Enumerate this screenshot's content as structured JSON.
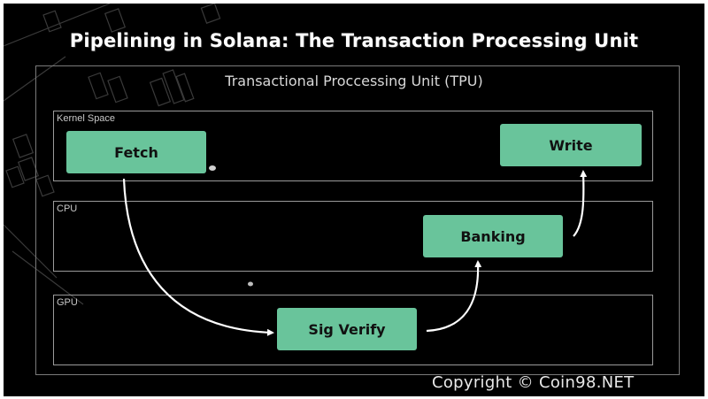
{
  "title": "Pipelining in Solana: The Transaction Processing Unit",
  "tpu_label": "Transactional Proccessing Unit (TPU)",
  "lanes": {
    "kernel": "Kernel Space",
    "cpu": "CPU",
    "gpu": "GPU"
  },
  "stages": {
    "fetch": "Fetch",
    "sig_verify": "Sig Verify",
    "banking": "Banking",
    "write": "Write"
  },
  "copyright": "Copyright © Coin98.NET",
  "colors": {
    "background": "#000000",
    "stage_fill": "#69c49b",
    "arrow": "#ffffff"
  }
}
